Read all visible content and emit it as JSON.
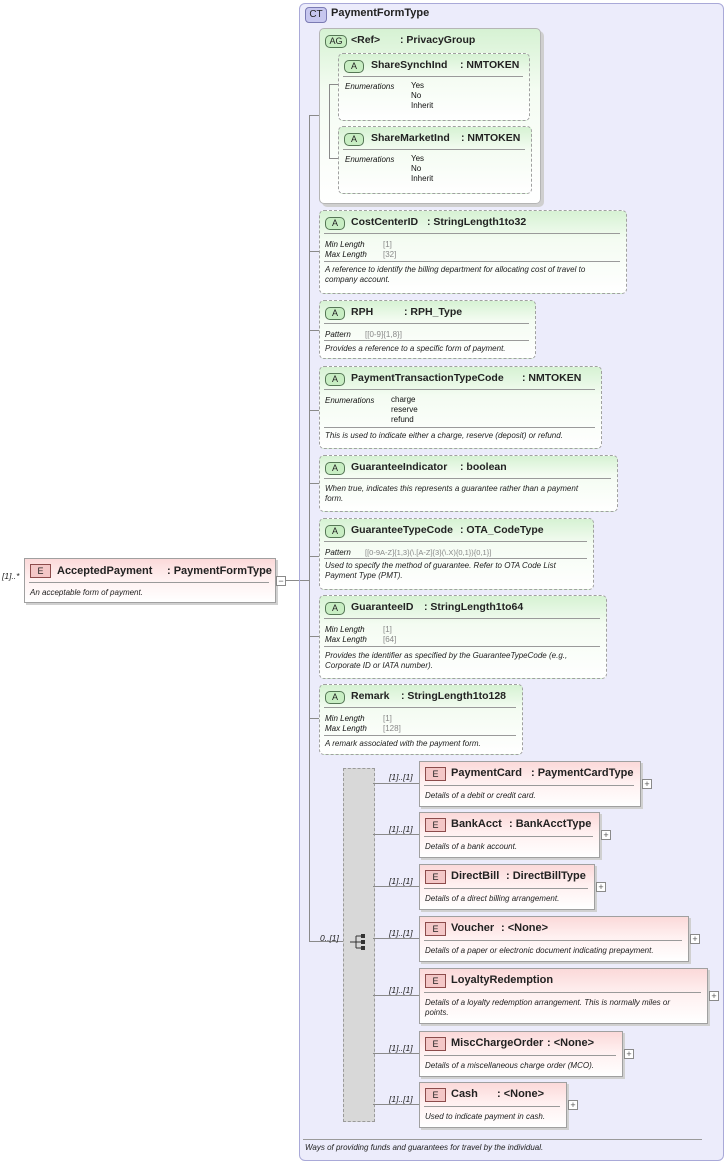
{
  "root": {
    "badge": "E",
    "multiplicity": "[1]..*",
    "name": "AcceptedPayment",
    "type": ": PaymentFormType",
    "desc": "An acceptable form of payment."
  },
  "complex_type": {
    "badge": "CT",
    "name": "PaymentFormType",
    "desc": "Ways of providing funds and guarantees for travel by the individual."
  },
  "attribute_group": {
    "badge": "AG",
    "ref": "<Ref>",
    "type": ": PrivacyGroup",
    "attrs": [
      {
        "badge": "A",
        "name": "ShareSynchInd",
        "type": ": NMTOKEN",
        "enum_label": "Enumerations",
        "enums": [
          "Yes",
          "No",
          "Inherit"
        ]
      },
      {
        "badge": "A",
        "name": "ShareMarketInd",
        "type": ": NMTOKEN",
        "enum_label": "Enumerations",
        "enums": [
          "Yes",
          "No",
          "Inherit"
        ]
      }
    ]
  },
  "attributes": [
    {
      "badge": "A",
      "name": "CostCenterID",
      "type": ": StringLength1to32",
      "facets": [
        {
          "label": "Min Length",
          "value": "[1]"
        },
        {
          "label": "Max Length",
          "value": "[32]"
        }
      ],
      "desc1": "A reference to identify the billing department for allocating cost of travel to",
      "desc2": "company account."
    },
    {
      "badge": "A",
      "name": "RPH",
      "type": ": RPH_Type",
      "facets": [
        {
          "label": "Pattern",
          "value": "[[0-9]{1,8}]"
        }
      ],
      "desc1": "Provides a reference to a specific form of payment.",
      "desc2": ""
    },
    {
      "badge": "A",
      "name": "PaymentTransactionTypeCode",
      "type": ": NMTOKEN",
      "enum_label": "Enumerations",
      "enums": [
        "charge",
        "reserve",
        "refund"
      ],
      "desc1": "This is used to indicate either a charge, reserve (deposit) or refund.",
      "desc2": ""
    },
    {
      "badge": "A",
      "name": "GuaranteeIndicator",
      "type": ": boolean",
      "desc1": "When true, indicates this represents a guarantee rather than a payment",
      "desc2": "form."
    },
    {
      "badge": "A",
      "name": "GuaranteeTypeCode",
      "type": ": OTA_CodeType",
      "facets": [
        {
          "label": "Pattern",
          "value": "[[0-9A-Z]{1,3}(\\.[A-Z]{3}(\\.X){0,1}){0,1}]"
        }
      ],
      "desc1": "Used to specify the method of guarantee. Refer to OTA Code List",
      "desc2": "Payment Type (PMT)."
    },
    {
      "badge": "A",
      "name": "GuaranteeID",
      "type": ": StringLength1to64",
      "facets": [
        {
          "label": "Min Length",
          "value": "[1]"
        },
        {
          "label": "Max Length",
          "value": "[64]"
        }
      ],
      "desc1": "Provides the identifier as specified by the GuaranteeTypeCode (e.g.,",
      "desc2": "Corporate ID or IATA number)."
    },
    {
      "badge": "A",
      "name": "Remark",
      "type": ": StringLength1to128",
      "facets": [
        {
          "label": "Min Length",
          "value": "[1]"
        },
        {
          "label": "Max Length",
          "value": "[128]"
        }
      ],
      "desc1": "A remark associated with the payment form.",
      "desc2": ""
    }
  ],
  "choice": {
    "multiplicity": "0..[1]"
  },
  "elements": [
    {
      "badge": "E",
      "mult": "[1]..[1]",
      "name": "PaymentCard",
      "type": ": PaymentCardType",
      "desc1": "Details of a debit or credit card.",
      "desc2": "",
      "expand": "+"
    },
    {
      "badge": "E",
      "mult": "[1]..[1]",
      "name": "BankAcct",
      "type": ": BankAcctType",
      "desc1": "Details of a bank account.",
      "desc2": "",
      "expand": "+"
    },
    {
      "badge": "E",
      "mult": "[1]..[1]",
      "name": "DirectBill",
      "type": ": DirectBillType",
      "desc1": "Details of a direct billing arrangement.",
      "desc2": "",
      "expand": "+"
    },
    {
      "badge": "E",
      "mult": "[1]..[1]",
      "name": "Voucher",
      "type": ": <None>",
      "desc1": "Details of a paper or electronic document indicating prepayment.",
      "desc2": "",
      "expand": "+"
    },
    {
      "badge": "E",
      "mult": "[1]..[1]",
      "name": "LoyaltyRedemption",
      "type": "",
      "desc1": "Details of a loyalty redemption arrangement. This is normally miles or",
      "desc2": "points.",
      "expand": "+"
    },
    {
      "badge": "E",
      "mult": "[1]..[1]",
      "name": "MiscChargeOrder",
      "type": ": <None>",
      "desc1": "Details of a miscellaneous charge order (MCO).",
      "desc2": "",
      "expand": "+"
    },
    {
      "badge": "E",
      "mult": "[1]..[1]",
      "name": "Cash",
      "type": ": <None>",
      "desc1": "Used to indicate payment in cash.",
      "desc2": "",
      "expand": "+"
    }
  ],
  "collapse_symbol": "−"
}
